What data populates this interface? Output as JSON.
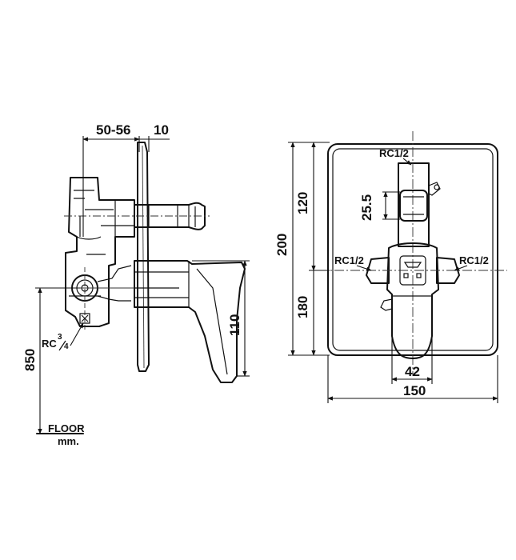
{
  "side_view": {
    "dim_wall_depth": "50-56",
    "dim_plate": "10",
    "dim_handle_height": "110",
    "dim_floor_height": "850",
    "thread_inlet_prefix": "RC",
    "thread_inlet_num": "3",
    "thread_inlet_den": "4",
    "floor_label": "FLOOR",
    "unit_label": "mm."
  },
  "front_view": {
    "thread_top": "RC1/2",
    "thread_left": "RC1/2",
    "thread_right": "RC1/2",
    "dim_spout_size": "25.5",
    "dim_upper": "120",
    "dim_total_height": "200",
    "dim_lower": "180",
    "dim_handle_width": "42",
    "dim_plate_width": "150"
  }
}
